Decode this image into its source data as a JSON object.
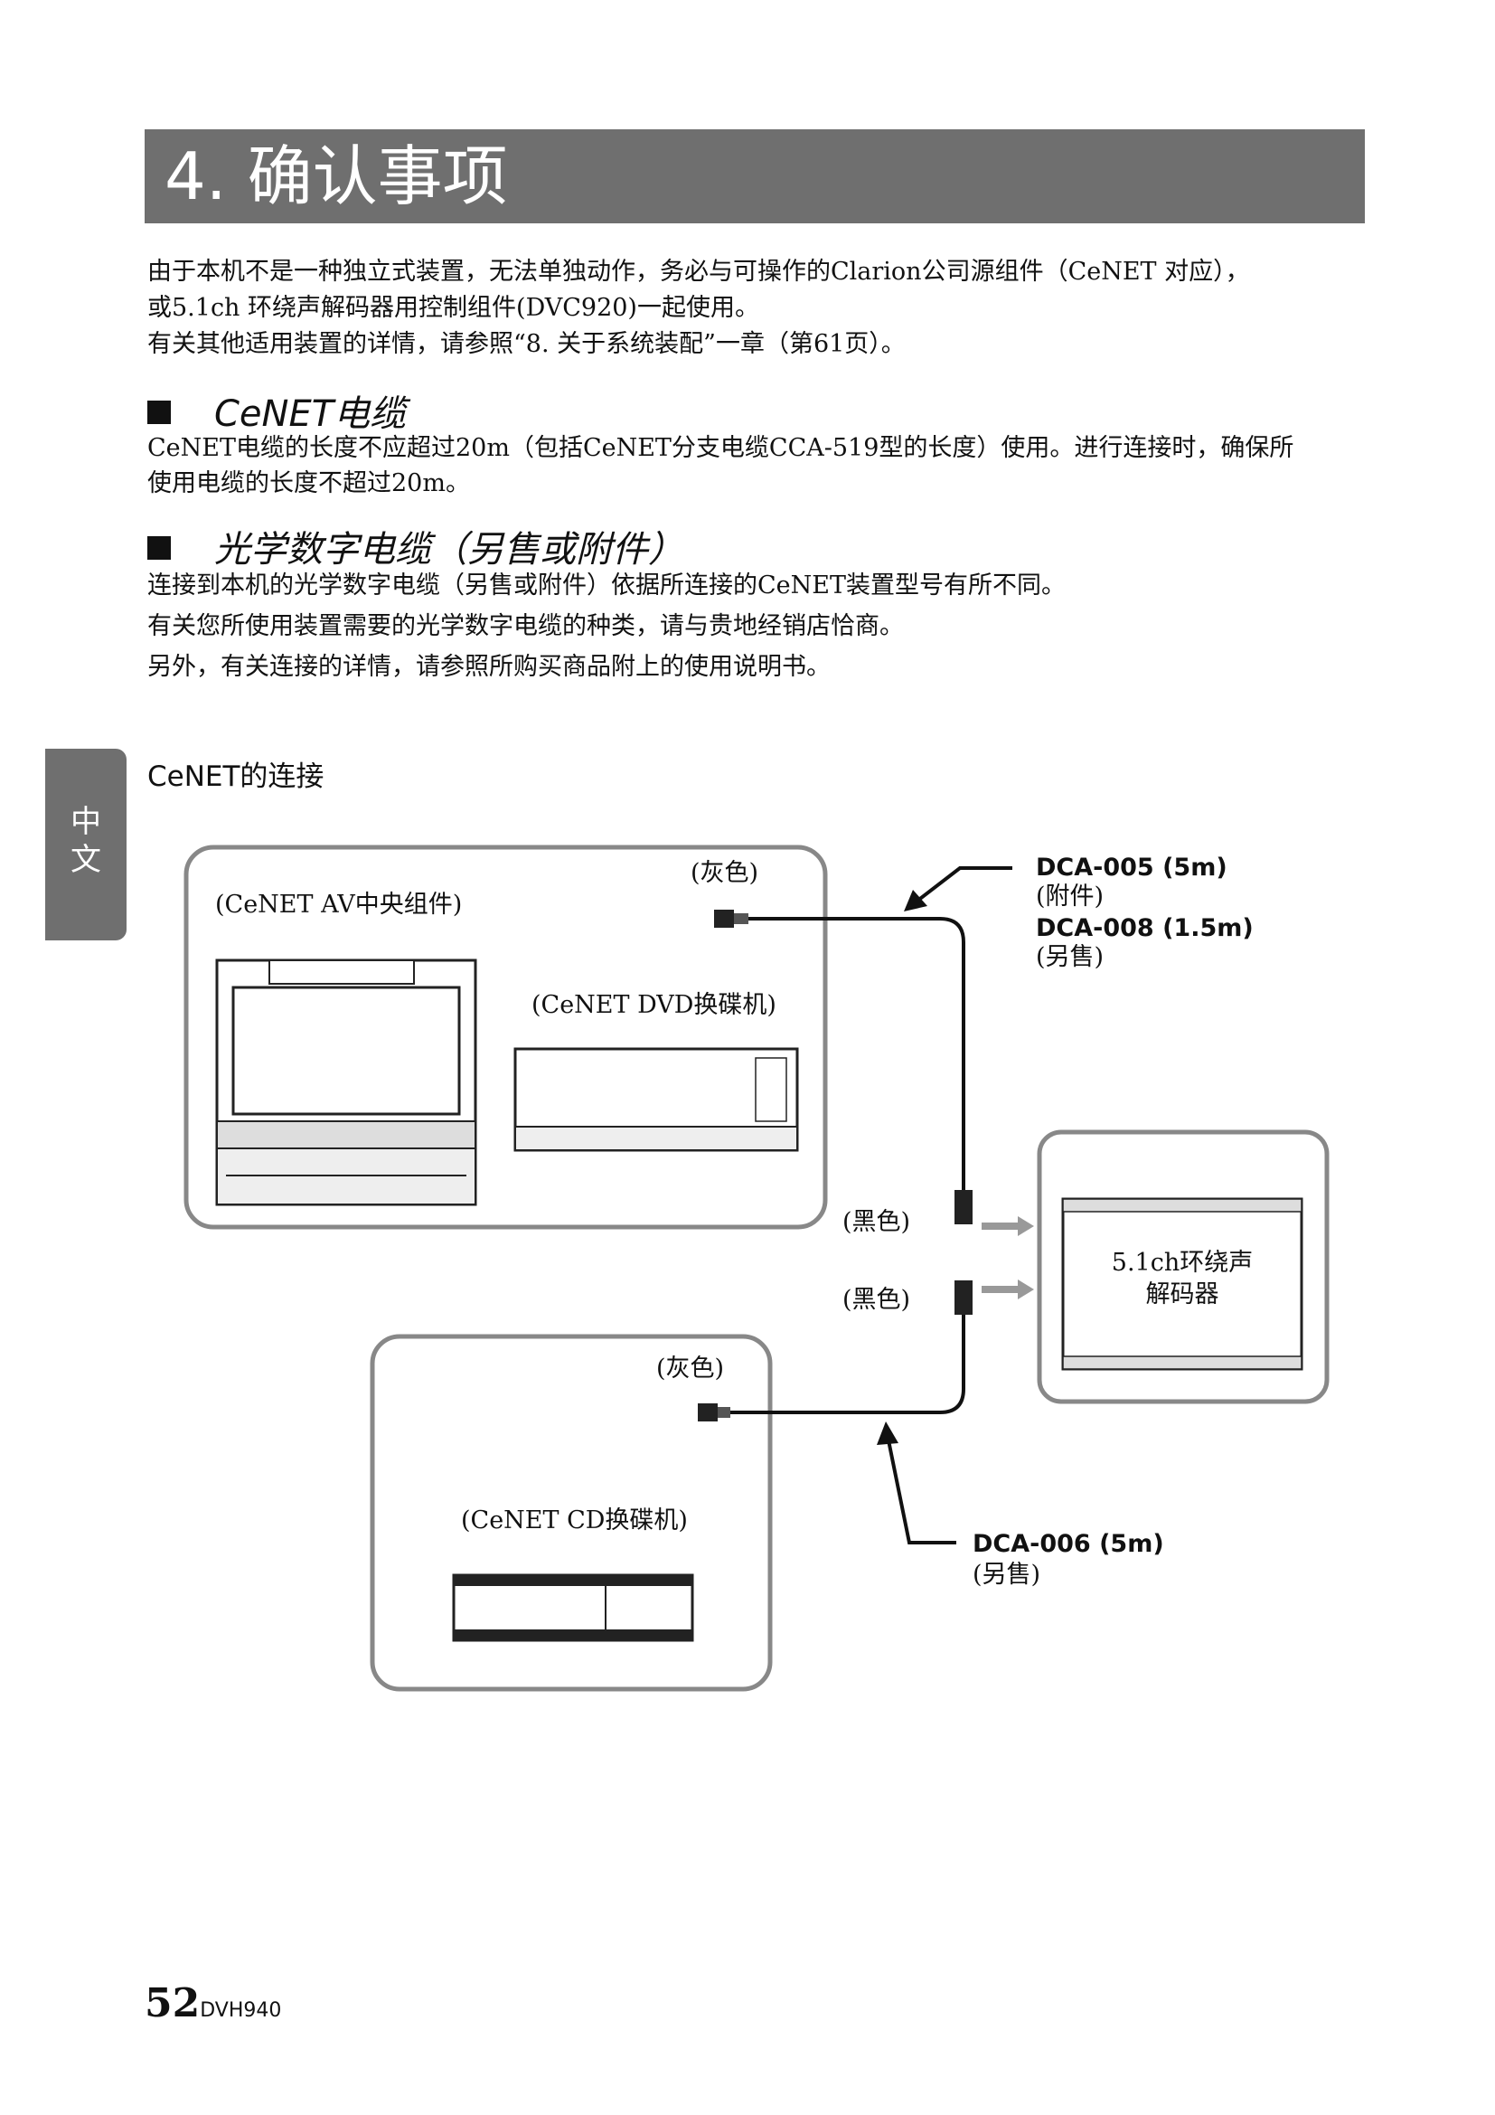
{
  "header": {
    "title": "4. 确认事项"
  },
  "intro": {
    "line1": "由于本机不是一种独立式装置，无法单独动作，务必与可操作的Clarion公司源组件（CeNET 对应），",
    "line2": "或5.1ch 环绕声解码器用控制组件(DVC920)一起使用。",
    "line3": "有关其他适用装置的详情，请参照“8. 关于系统装配”一章（第61页）。"
  },
  "section_cenet": {
    "heading": "CeNET电缆",
    "line1": "CeNET电缆的长度不应超过20m（包括CeNET分支电缆CCA-519型的长度）使用。进行连接时，确保所",
    "line2": "使用电缆的长度不超过20m。"
  },
  "section_optical": {
    "heading": "光学数字电缆（另售或附件）",
    "line1": "连接到本机的光学数字电缆（另售或附件）依据所连接的CeNET装置型号有所不同。",
    "line2": "有关您所使用装置需要的光学数字电缆的种类，请与贵地经销店恰商。",
    "line3": "另外，有关连接的详情，请参照所购买商品附上的使用说明书。"
  },
  "side_tab": {
    "label": "中文"
  },
  "diagram": {
    "title": "CeNET的连接",
    "av_unit": "(CeNET AV中央组件)",
    "dvd_changer": "(CeNET DVD换碟机)",
    "cd_changer": "(CeNET CD换碟机)",
    "decoder_line1": "5.1ch环绕声",
    "decoder_line2": "解码器",
    "gray_top": "(灰色)",
    "gray_bottom": "(灰色)",
    "black_top": "(黑色)",
    "black_bottom": "(黑色)",
    "cable1_name": "DCA-005 (5m)",
    "cable1_note": "(附件)",
    "cable2_name": "DCA-008 (1.5m)",
    "cable2_note": "(另售)",
    "cable3_name": "DCA-006 (5m)",
    "cable3_note": "(另售)"
  },
  "footer": {
    "page": "52",
    "model": "DVH940"
  }
}
